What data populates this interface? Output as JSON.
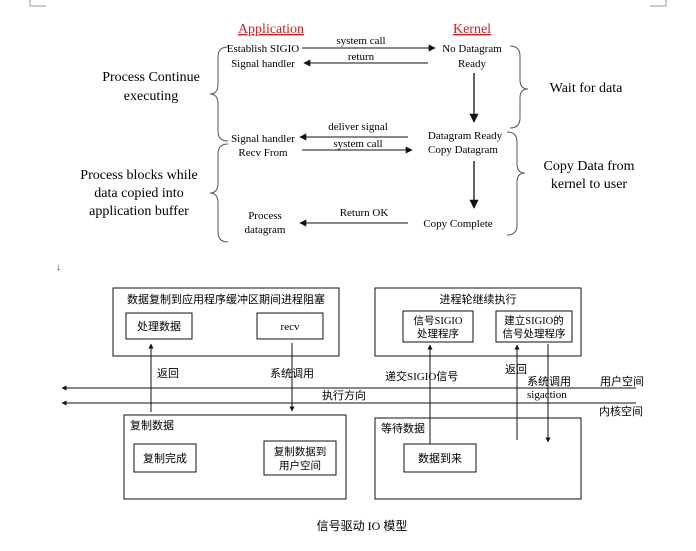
{
  "top": {
    "application_header": "Application",
    "kernel_header": "Kernel",
    "establish_sigio_line1": "Establish SIGIO",
    "establish_sigio_line2": "Signal handler",
    "system_call_1": "system call",
    "return_1": "return",
    "no_datagram_line1": "No Datagram",
    "no_datagram_line2": "Ready",
    "process_continue_line1": "Process Continue",
    "process_continue_line2": "executing",
    "wait_for_data": "Wait for data",
    "signal_handler": "Signal handler",
    "recv_from": "Recv From",
    "deliver_signal": "deliver signal",
    "system_call_2": "system call",
    "datagram_ready": "Datagram Ready",
    "copy_datagram": "Copy Datagram",
    "copy_data_line1": "Copy Data from",
    "copy_data_line2": "kernel to user",
    "process_blocks_line1": "Process blocks while",
    "process_blocks_line2": "data copied into",
    "process_blocks_line3": "application buffer",
    "process_line1": "Process",
    "process_line2": "datagram",
    "return_ok": "Return OK",
    "copy_complete": "Copy Complete"
  },
  "paragraph_mark": "↓",
  "bottom": {
    "blocked_box_title": "数据复制到应用程序缓冲区期间进程阻塞",
    "process_data": "处理数据",
    "recv": "recv",
    "continue_box_title": "进程轮继续执行",
    "sig_handler_line1": "信号SIGIO",
    "sig_handler_line2": "处理程序",
    "setup_handler_line1": "建立SIGIO的",
    "setup_handler_line2": "信号处理程序",
    "return_left": "返回",
    "syscall_left": "系统调用",
    "deliver_sigio": "递交SIGIO信号",
    "return_right": "返回",
    "syscall_right": "系统调用",
    "sigaction": "sigaction",
    "user_space": "用户空间",
    "exec_direction": "执行方向",
    "kernel_space": "内核空间",
    "copy_box_title": "复制数据",
    "copy_done": "复制完成",
    "copy_to_user_line1": "复制数据到",
    "copy_to_user_line2": "用户空间",
    "wait_box_title": "等待数据",
    "data_arrived": "数据到来",
    "caption": "信号驱动 IO 模型"
  },
  "colors": {
    "header_red": "#d21f1f",
    "ink": "#111111",
    "brace_gray": "#555555"
  }
}
